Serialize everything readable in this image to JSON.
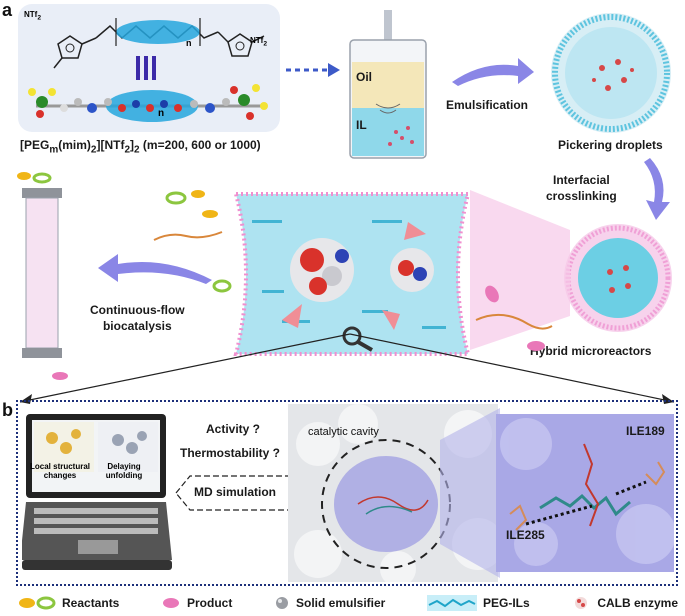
{
  "panel_a": {
    "letter": "a",
    "formula": "[PEG",
    "formula_sub1": "m",
    "formula_mid": "(mim)",
    "formula_sub2": "2",
    "formula_mid2": "][NTf",
    "formula_sub3": "2",
    "formula_end": "]",
    "formula_sub4": "2",
    "formula_tail": " (m=200, 600 or 1000)",
    "oil_label": "Oil",
    "il_label": "IL",
    "emulsification": "Emulsification",
    "pickering": "Pickering droplets",
    "crosslink_line1": "Interfacial",
    "crosslink_line2": "crosslinking",
    "hybrid": "Hybrid microreactors",
    "flow_line1": "Continuous-flow",
    "flow_line2": "biocatalysis",
    "ntf_left": "NTf",
    "ntf_right": "NTf",
    "n_label": "n",
    "n_label2": "n"
  },
  "panel_b": {
    "letter": "b",
    "screen_left": "Local structural changes",
    "screen_right": "Delaying unfolding",
    "activity": "Activity ?",
    "thermo": "Thermostability ?",
    "md": "MD simulation",
    "cavity": "catalytic cavity",
    "ile189": "ILE189",
    "ile285": "ILE285"
  },
  "legend": {
    "reactants": "Reactants",
    "product": "Product",
    "emulsifier": "Solid emulsifier",
    "pegils": "PEG-ILs",
    "calb": "CALB enzyme"
  },
  "colors": {
    "arrow_purple": "#8a86e6",
    "droplet_blue": "#7fd3ea",
    "shell_pink": "#f2a6d8",
    "reactant_yellow": "#f0b516",
    "reactant_green": "#8cc63f",
    "product_pink": "#e977b8",
    "panel_bg": "#e9eef7"
  }
}
